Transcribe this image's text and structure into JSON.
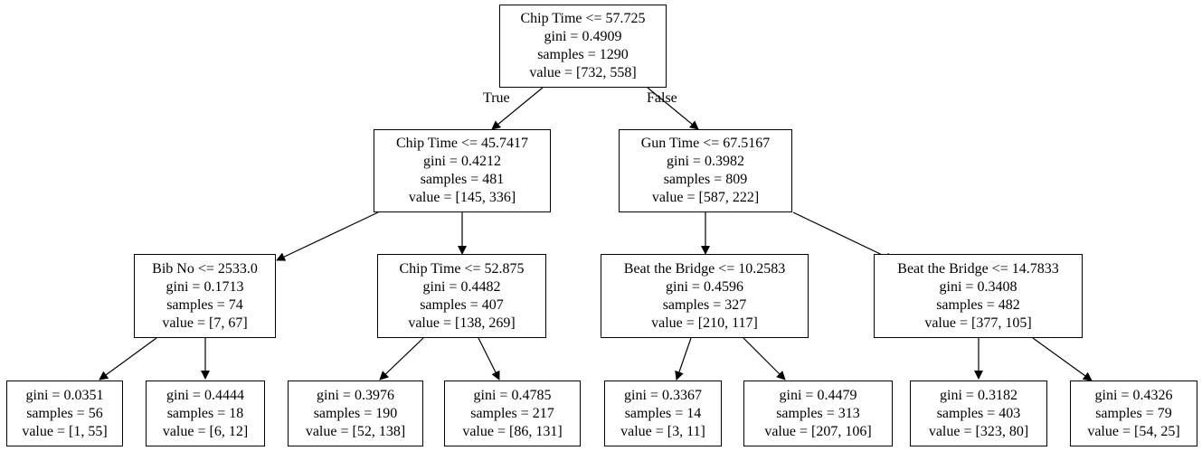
{
  "tree": {
    "root": {
      "condition": "Chip Time <= 57.725",
      "gini": "gini = 0.4909",
      "samples": "samples = 1290",
      "value": "value = [732, 558]"
    },
    "edge_true_label": "True",
    "edge_false_label": "False",
    "n_left": {
      "condition": "Chip Time <= 45.7417",
      "gini": "gini = 0.4212",
      "samples": "samples = 481",
      "value": "value = [145, 336]"
    },
    "n_right": {
      "condition": "Gun Time <= 67.5167",
      "gini": "gini = 0.3982",
      "samples": "samples = 809",
      "value": "value = [587, 222]"
    },
    "n_ll": {
      "condition": "Bib No <= 2533.0",
      "gini": "gini = 0.1713",
      "samples": "samples = 74",
      "value": "value = [7, 67]"
    },
    "n_lr": {
      "condition": "Chip Time <= 52.875",
      "gini": "gini = 0.4482",
      "samples": "samples = 407",
      "value": "value = [138, 269]"
    },
    "n_rl": {
      "condition": "Beat the Bridge <= 10.2583",
      "gini": "gini = 0.4596",
      "samples": "samples = 327",
      "value": "value = [210, 117]"
    },
    "n_rr": {
      "condition": "Beat the Bridge <= 14.7833",
      "gini": "gini = 0.3408",
      "samples": "samples = 482",
      "value": "value = [377, 105]"
    },
    "leaf1": {
      "gini": "gini = 0.0351",
      "samples": "samples = 56",
      "value": "value = [1, 55]"
    },
    "leaf2": {
      "gini": "gini = 0.4444",
      "samples": "samples = 18",
      "value": "value = [6, 12]"
    },
    "leaf3": {
      "gini": "gini = 0.3976",
      "samples": "samples = 190",
      "value": "value = [52, 138]"
    },
    "leaf4": {
      "gini": "gini = 0.4785",
      "samples": "samples = 217",
      "value": "value = [86, 131]"
    },
    "leaf5": {
      "gini": "gini = 0.3367",
      "samples": "samples = 14",
      "value": "value = [3, 11]"
    },
    "leaf6": {
      "gini": "gini = 0.4479",
      "samples": "samples = 313",
      "value": "value = [207, 106]"
    },
    "leaf7": {
      "gini": "gini = 0.3182",
      "samples": "samples = 403",
      "value": "value = [323, 80]"
    },
    "leaf8": {
      "gini": "gini = 0.4326",
      "samples": "samples = 79",
      "value": "value = [54, 25]"
    }
  }
}
